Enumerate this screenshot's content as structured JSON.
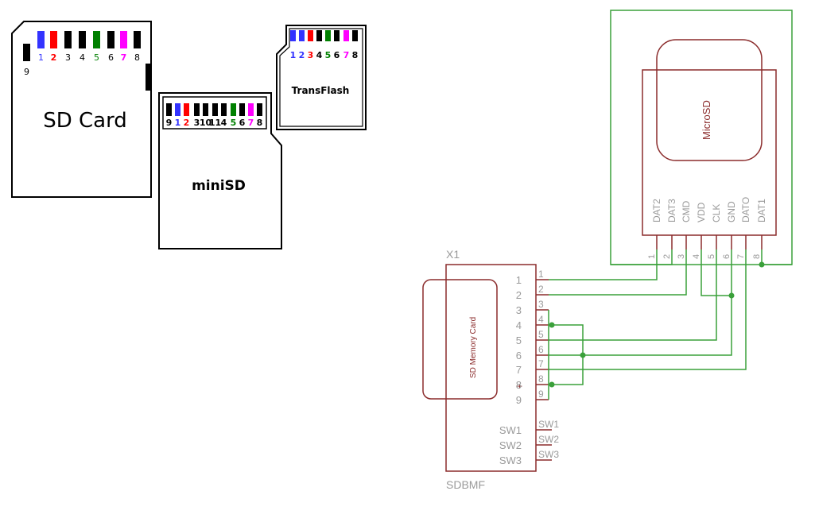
{
  "cards": {
    "sd": {
      "title": "SD Card",
      "pins": [
        {
          "label": "9",
          "color": "#000000"
        },
        {
          "label": "1",
          "color": "#3333ff"
        },
        {
          "label": "2",
          "color": "#ff0000"
        },
        {
          "label": "3",
          "color": "#000000"
        },
        {
          "label": "4",
          "color": "#000000"
        },
        {
          "label": "5",
          "color": "#008000"
        },
        {
          "label": "6",
          "color": "#000000"
        },
        {
          "label": "7",
          "color": "#ff00ff"
        },
        {
          "label": "8",
          "color": "#000000"
        }
      ]
    },
    "mini": {
      "title": "miniSD",
      "pins": [
        {
          "label": "9",
          "color": "#000000"
        },
        {
          "label": "1",
          "color": "#3333ff"
        },
        {
          "label": "2",
          "color": "#ff0000"
        },
        {
          "label": "3",
          "color": "#000000"
        },
        {
          "label": "10",
          "color": "#000000"
        },
        {
          "label": "11",
          "color": "#000000"
        },
        {
          "label": "4",
          "color": "#000000"
        },
        {
          "label": "5",
          "color": "#008000"
        },
        {
          "label": "6",
          "color": "#000000"
        },
        {
          "label": "7",
          "color": "#ff00ff"
        },
        {
          "label": "8",
          "color": "#000000"
        }
      ]
    },
    "tf": {
      "title": "TransFlash",
      "pins": [
        {
          "label": "1",
          "color": "#3333ff"
        },
        {
          "label": "2",
          "color": "#3333ff"
        },
        {
          "label": "3",
          "color": "#ff0000"
        },
        {
          "label": "4",
          "color": "#000000"
        },
        {
          "label": "5",
          "color": "#008000"
        },
        {
          "label": "6",
          "color": "#000000"
        },
        {
          "label": "7",
          "color": "#ff00ff"
        },
        {
          "label": "8",
          "color": "#000000"
        }
      ]
    }
  },
  "schematic": {
    "x1": {
      "name": "X1",
      "value": "SDBMF",
      "body_label": "SD Memory Card",
      "inner_pins": [
        "1",
        "2",
        "3",
        "4",
        "5",
        "6",
        "7",
        "8",
        "9"
      ],
      "outer_pins": [
        "1",
        "2",
        "3",
        "4",
        "5",
        "6",
        "7",
        "8",
        "9"
      ],
      "sw_inner": [
        "SW1",
        "SW2",
        "SW3"
      ],
      "sw_outer": [
        "SW1",
        "SW2",
        "SW3"
      ]
    },
    "microsd": {
      "label": "MicroSD",
      "signals": [
        "DAT2",
        "DAT3",
        "CMD",
        "VDD",
        "CLK",
        "GND",
        "DATO",
        "DAT1"
      ],
      "pins": [
        "1",
        "2",
        "3",
        "4",
        "5",
        "6",
        "7",
        "8"
      ]
    }
  }
}
